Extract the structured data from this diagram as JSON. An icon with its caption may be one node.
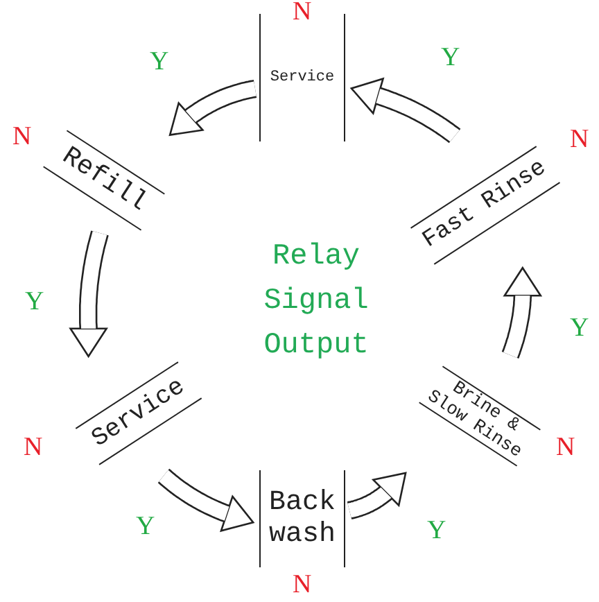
{
  "diagram": {
    "nodes": [
      {
        "text": [
          "Service"
        ],
        "beside": [
          "N"
        ]
      },
      {
        "text": [
          "Fast Rinse"
        ],
        "beside": [
          "N"
        ]
      },
      {
        "text": [
          "Brine & Slow Rinse"
        ],
        "beside": [
          "N"
        ]
      },
      {
        "text": [
          "Back wash"
        ],
        "beside": [
          "N"
        ]
      },
      {
        "text": [
          "Service"
        ],
        "beside": [
          "N"
        ]
      },
      {
        "text": [
          "Refill"
        ],
        "beside": [
          "N"
        ]
      }
    ],
    "edges": [
      {
        "from": 0,
        "to": 5,
        "arrow": "to",
        "label": "Y"
      },
      {
        "from": 5,
        "to": 4,
        "arrow": "to",
        "label": "Y"
      },
      {
        "from": 4,
        "to": 3,
        "arrow": "to",
        "label": "Y"
      },
      {
        "from": 3,
        "to": 2,
        "arrow": "to",
        "label": "Y"
      },
      {
        "from": 2,
        "to": 1,
        "arrow": "to",
        "label": "Y"
      },
      {
        "from": 1,
        "to": 0,
        "arrow": "to",
        "label": "Y"
      }
    ],
    "labels": [
      "Relay Signal Output"
    ]
  }
}
